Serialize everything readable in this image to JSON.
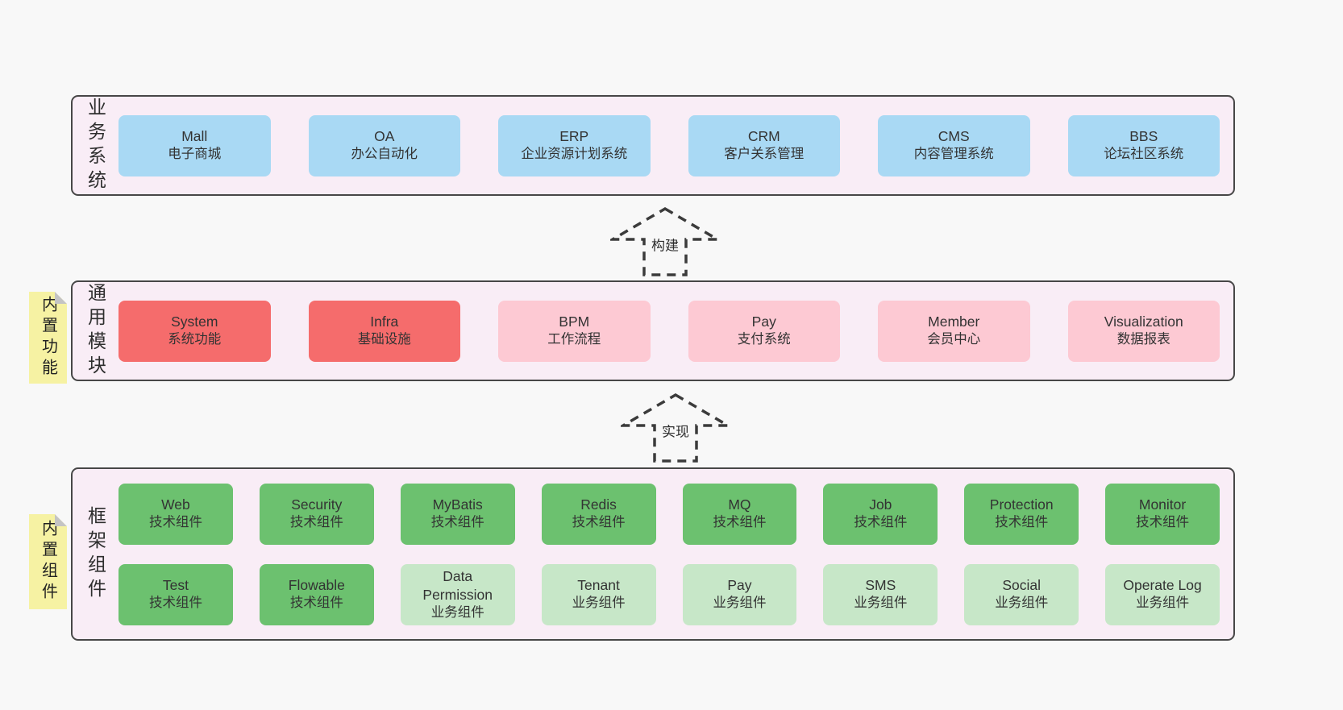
{
  "colors": {
    "page_bg": "#f8f8f8",
    "band_bg": "#f9edf6",
    "band_border": "#474747",
    "blue_box": "#a9d9f4",
    "red_box": "#f56c6c",
    "pink_box": "#fdc9d3",
    "green_dark_box": "#6cc16f",
    "green_light_box": "#c7e7c8",
    "sticky_note": "#f6f2a3",
    "note_fold": "#c4c4c4",
    "text": "#333333"
  },
  "arrows": [
    {
      "label": "构建"
    },
    {
      "label": "实现"
    }
  ],
  "bands": [
    {
      "label": "业务系统",
      "boxes": [
        {
          "name": "Mall",
          "subtitle": "电子商城",
          "variant": "blue"
        },
        {
          "name": "OA",
          "subtitle": "办公自动化",
          "variant": "blue"
        },
        {
          "name": "ERP",
          "subtitle": "企业资源计划系统",
          "variant": "blue"
        },
        {
          "name": "CRM",
          "subtitle": "客户关系管理",
          "variant": "blue"
        },
        {
          "name": "CMS",
          "subtitle": "内容管理系统",
          "variant": "blue"
        },
        {
          "name": "BBS",
          "subtitle": "论坛社区系统",
          "variant": "blue"
        }
      ]
    },
    {
      "label": "通用模块",
      "note": "内置功能",
      "boxes": [
        {
          "name": "System",
          "subtitle": "系统功能",
          "variant": "red"
        },
        {
          "name": "Infra",
          "subtitle": "基础设施",
          "variant": "red"
        },
        {
          "name": "BPM",
          "subtitle": "工作流程",
          "variant": "pink"
        },
        {
          "name": "Pay",
          "subtitle": "支付系统",
          "variant": "pink"
        },
        {
          "name": "Member",
          "subtitle": "会员中心",
          "variant": "pink"
        },
        {
          "name": "Visualization",
          "subtitle": "数据报表",
          "variant": "pink"
        }
      ]
    },
    {
      "label": "框架组件",
      "note": "内置组件",
      "rows": [
        [
          {
            "name": "Web",
            "subtitle": "技术组件",
            "variant": "green-dark"
          },
          {
            "name": "Security",
            "subtitle": "技术组件",
            "variant": "green-dark"
          },
          {
            "name": "MyBatis",
            "subtitle": "技术组件",
            "variant": "green-dark"
          },
          {
            "name": "Redis",
            "subtitle": "技术组件",
            "variant": "green-dark"
          },
          {
            "name": "MQ",
            "subtitle": "技术组件",
            "variant": "green-dark"
          },
          {
            "name": "Job",
            "subtitle": "技术组件",
            "variant": "green-dark"
          },
          {
            "name": "Protection",
            "subtitle": "技术组件",
            "variant": "green-dark"
          },
          {
            "name": "Monitor",
            "subtitle": "技术组件",
            "variant": "green-dark"
          }
        ],
        [
          {
            "name": "Test",
            "subtitle": "技术组件",
            "variant": "green-dark"
          },
          {
            "name": "Flowable",
            "subtitle": "技术组件",
            "variant": "green-dark"
          },
          {
            "name": "Data Permission",
            "subtitle": "业务组件",
            "variant": "green-light"
          },
          {
            "name": "Tenant",
            "subtitle": "业务组件",
            "variant": "green-light"
          },
          {
            "name": "Pay",
            "subtitle": "业务组件",
            "variant": "green-light"
          },
          {
            "name": "SMS",
            "subtitle": "业务组件",
            "variant": "green-light"
          },
          {
            "name": "Social",
            "subtitle": "业务组件",
            "variant": "green-light"
          },
          {
            "name": "Operate Log",
            "subtitle": "业务组件",
            "variant": "green-light"
          }
        ]
      ]
    }
  ]
}
